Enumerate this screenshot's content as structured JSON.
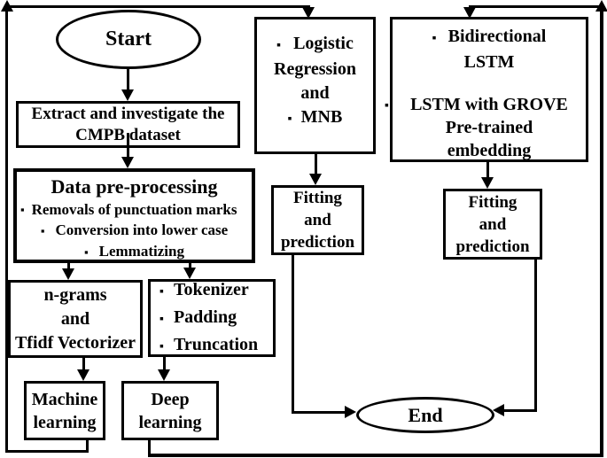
{
  "diagram_title": "Text classification flowchart",
  "colors": {
    "background": "#ffffff",
    "line": "#000000",
    "box_fill": "#ffffff",
    "text": "#000000"
  },
  "bullet_char": "▪",
  "nodes": {
    "start": {
      "label": "Start"
    },
    "extract": {
      "lines": [
        "Extract and investigate the",
        "CMPB dataset"
      ]
    },
    "preprocess": {
      "title": "Data pre-processing",
      "bullet": "▪",
      "bullets": [
        "Removals of punctuation marks",
        "Conversion into lower case",
        "Lemmatizing"
      ]
    },
    "ngrams": {
      "lines": [
        "n-grams",
        "and",
        "Tfidf Vectorizer"
      ]
    },
    "tokenizer": {
      "bullet": "▪",
      "bullets": [
        "Tokenizer",
        "Padding",
        "Truncation"
      ]
    },
    "machine_learning": {
      "lines": [
        "Machine",
        "learning"
      ]
    },
    "deep_learning": {
      "lines": [
        "Deep",
        "learning"
      ]
    },
    "logistic_mnb": {
      "bullet": "▪",
      "lines": [
        "Logistic",
        "Regression",
        "and",
        "MNB"
      ]
    },
    "lstm": {
      "bullet": "▪",
      "lines": [
        "Bidirectional",
        "LSTM",
        "LSTM with GROVE",
        "Pre-trained",
        "embedding"
      ]
    },
    "fitting1": {
      "lines": [
        "Fitting",
        "and",
        "prediction"
      ]
    },
    "fitting2": {
      "lines": [
        "Fitting",
        "and",
        "prediction"
      ]
    },
    "end": {
      "label": "End"
    }
  },
  "edges": [
    {
      "from": "start",
      "to": "extract"
    },
    {
      "from": "extract",
      "to": "preprocess"
    },
    {
      "from": "preprocess",
      "to": "ngrams"
    },
    {
      "from": "preprocess",
      "to": "tokenizer"
    },
    {
      "from": "ngrams",
      "to": "machine_learning"
    },
    {
      "from": "tokenizer",
      "to": "deep_learning"
    },
    {
      "from": "machine_learning",
      "to": "logistic_mnb"
    },
    {
      "from": "deep_learning",
      "to": "lstm"
    },
    {
      "from": "logistic_mnb",
      "to": "fitting1"
    },
    {
      "from": "lstm",
      "to": "fitting2"
    },
    {
      "from": "fitting1",
      "to": "end"
    },
    {
      "from": "fitting2",
      "to": "end"
    }
  ]
}
